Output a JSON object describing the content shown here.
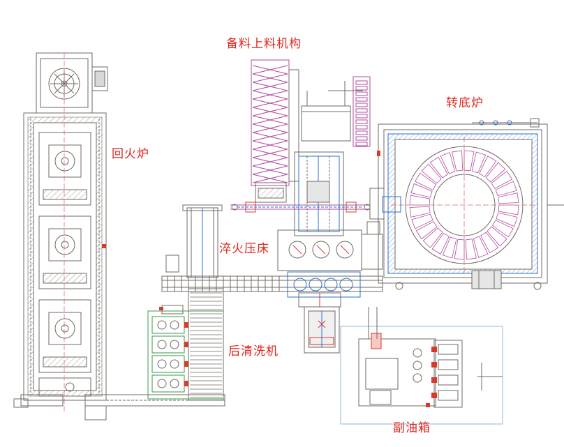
{
  "labels": {
    "feeding": "备料上料机构",
    "rotary_furnace": "转底炉",
    "tempering_furnace": "回火炉",
    "quench_press": "淬火压床",
    "rear_washer": "后清洗机",
    "aux_oil_tank": "副油箱"
  },
  "colors": {
    "line": "#6f6a63",
    "frame": "#8a8680",
    "accent_blue": "#2a6fcf",
    "accent_red": "#d83a2a",
    "accent_magenta": "#b04aa0",
    "accent_green": "#3a9a4a",
    "fill_gray": "#cfcfcf",
    "fill_light": "#e6e6e6",
    "label": "#e0241b"
  },
  "furnace": {
    "hearth_segments": 28
  },
  "tempering": {
    "chambers": 3
  }
}
